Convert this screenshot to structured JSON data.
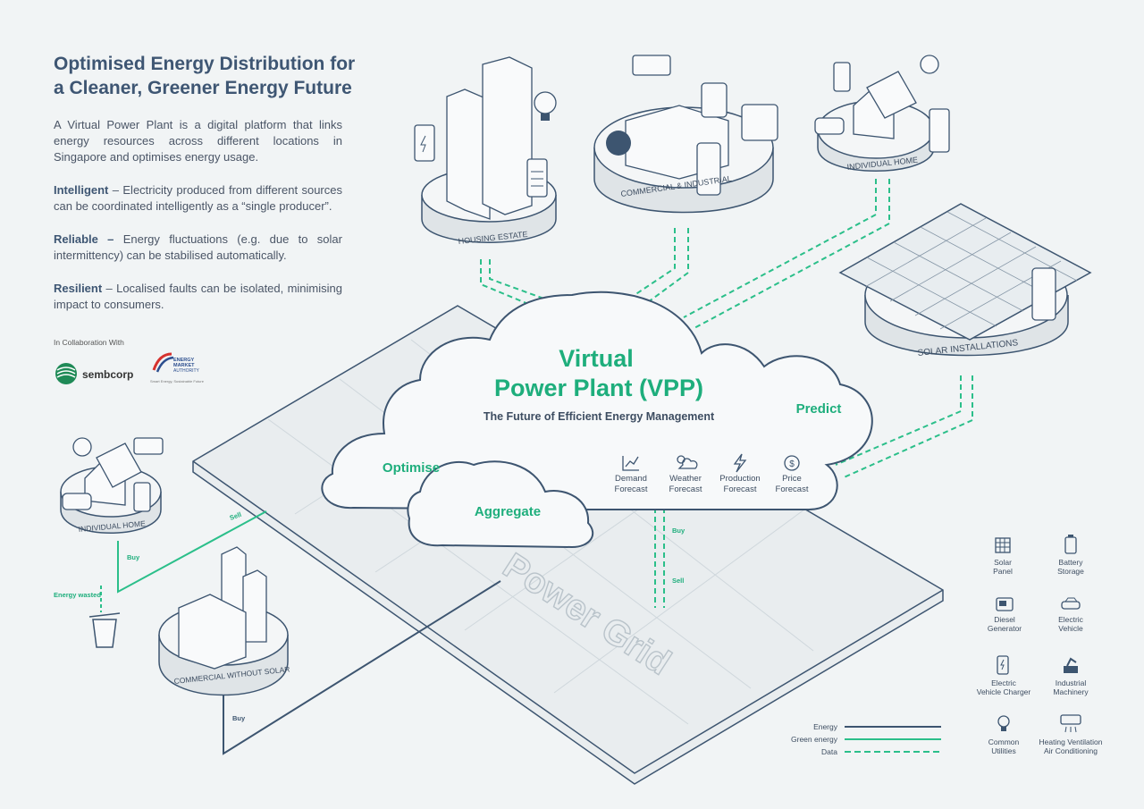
{
  "intro": {
    "title_line1": "Optimised Energy Distribution for",
    "title_line2": "a Cleaner, Greener Energy Future",
    "description": "A Virtual Power Plant is a digital platform that links energy resources across different locations in Singapore and optimises energy usage.",
    "features": [
      {
        "term": "Intelligent",
        "text": " – Electricity produced from different sources can be coordinated intelligently as a “single producer”."
      },
      {
        "term": "Reliable –",
        "text": " Energy fluctuations (e.g. due to solar intermittency) can be stabilised automatically."
      },
      {
        "term": "Resilient",
        "text": " – Localised faults can be isolated, minimising impact to consumers."
      }
    ],
    "collaboration_label": "In Collaboration With",
    "partners": {
      "sembcorp": "sembcorp",
      "ema_line1": "ENERGY",
      "ema_line2": "MARKET",
      "ema_line3": "AUTHORITY",
      "ema_tagline": "Smart Energy, Sustainable Future"
    }
  },
  "vpp": {
    "title_line1": "Virtual",
    "title_line2": "Power Plant (VPP)",
    "subtitle": "The Future of Efficient Energy Management",
    "functions": {
      "optimise": "Optimise",
      "aggregate": "Aggregate",
      "predict": "Predict"
    },
    "forecasts": [
      {
        "line1": "Demand",
        "line2": "Forecast",
        "icon": "chart-icon"
      },
      {
        "line1": "Weather",
        "line2": "Forecast",
        "icon": "weather-icon"
      },
      {
        "line1": "Production",
        "line2": "Forecast",
        "icon": "lightning-icon"
      },
      {
        "line1": "Price",
        "line2": "Forecast",
        "icon": "dollar-icon"
      }
    ]
  },
  "nodes": {
    "housing_estate": "HOUSING ESTATE",
    "commercial_industrial": "COMMERCIAL & INDUSTRIAL",
    "individual_home_top": "INDIVIDUAL HOME",
    "solar_installations": "SOLAR INSTALLATIONS",
    "individual_home_left": "INDIVIDUAL HOME",
    "commercial_without_solar": "COMMERCIAL WITHOUT SOLAR"
  },
  "grid": {
    "label": "Power Grid"
  },
  "flows": {
    "sell_home": "Sell",
    "buy_home": "Buy",
    "energy_wasted": "Energy wasted",
    "buy_commercial": "Buy",
    "buy_vpp": "Buy",
    "sell_vpp": "Sell"
  },
  "legend_icons": [
    {
      "line1": "Solar",
      "line2": "Panel",
      "icon": "solar-panel-icon"
    },
    {
      "line1": "Battery",
      "line2": "Storage",
      "icon": "battery-icon"
    },
    {
      "line1": "Diesel",
      "line2": "Generator",
      "icon": "generator-icon"
    },
    {
      "line1": "Electric",
      "line2": "Vehicle",
      "icon": "car-icon"
    },
    {
      "line1": "Electric",
      "line2": "Vehicle Charger",
      "icon": "charger-icon"
    },
    {
      "line1": "Industrial",
      "line2": "Machinery",
      "icon": "machinery-icon"
    },
    {
      "line1": "Common",
      "line2": "Utilities",
      "icon": "bulb-icon"
    },
    {
      "line1": "Heating Ventilation",
      "line2": "Air Conditioning",
      "icon": "hvac-icon"
    }
  ],
  "line_key": [
    {
      "label": "Energy",
      "style": "solid",
      "color": "#3d5570"
    },
    {
      "label": "Green energy",
      "style": "solid",
      "color": "#2bbf8a"
    },
    {
      "label": "Data",
      "style": "dashed",
      "color": "#2bbf8a"
    }
  ],
  "colors": {
    "accent_green": "#2bbf8a",
    "title_green": "#1eae7c",
    "navy": "#3d5570",
    "background": "#f1f4f5"
  }
}
